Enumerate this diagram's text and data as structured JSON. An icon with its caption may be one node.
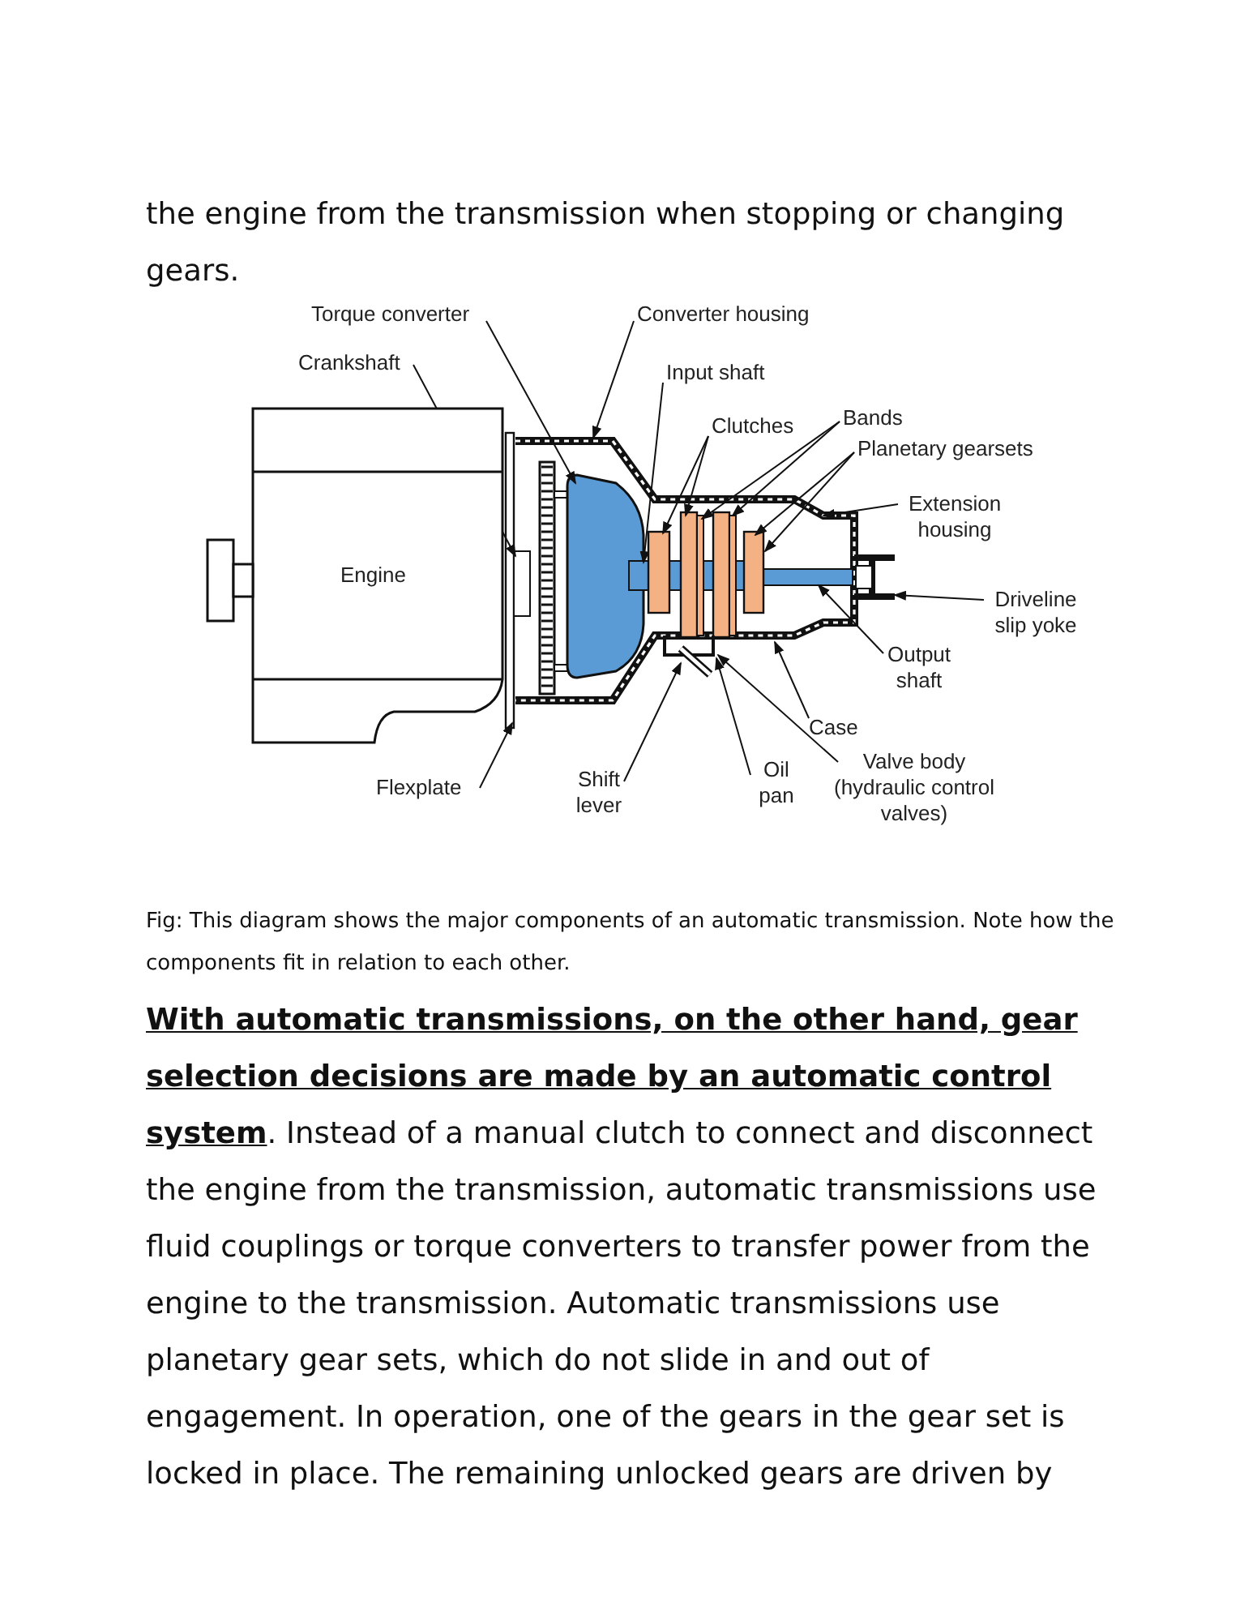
{
  "diagram": {
    "caption": "Fig: This diagram shows the major components of an automatic transmission. Note how the components fit in relation to each other.",
    "nodes": [
      {
        "text": [
          "Torque converter"
        ]
      },
      {
        "text": [
          "Converter housing"
        ]
      },
      {
        "text": [
          "Crankshaft"
        ]
      },
      {
        "text": [
          "Input shaft"
        ]
      },
      {
        "text": [
          "Clutches"
        ]
      },
      {
        "text": [
          "Bands"
        ]
      },
      {
        "text": [
          "Planetary gearsets"
        ]
      },
      {
        "text": [
          "Extension housing"
        ]
      },
      {
        "text": [
          "Engine"
        ]
      },
      {
        "text": [
          "Driveline slip yoke"
        ]
      },
      {
        "text": [
          "Output shaft"
        ]
      },
      {
        "text": [
          "Case"
        ]
      },
      {
        "text": [
          "Flexplate"
        ]
      },
      {
        "text": [
          "Shift lever"
        ]
      },
      {
        "text": [
          "Oil pan"
        ]
      },
      {
        "text": [
          "Valve body (hydraulic control valves)"
        ]
      },
      {
        "text": [],
        "shape": "picture"
      }
    ],
    "edges": [
      {
        "from": 0,
        "to": 16,
        "arrow": "to"
      },
      {
        "from": 1,
        "to": 16,
        "arrow": "to"
      },
      {
        "from": 2,
        "to": 16,
        "arrow": "to"
      },
      {
        "from": 3,
        "to": 16,
        "arrow": "to"
      },
      {
        "from": 4,
        "to": 16,
        "arrow": "to"
      },
      {
        "from": 4,
        "to": 16,
        "arrow": "to"
      },
      {
        "from": 5,
        "to": 16,
        "arrow": "to"
      },
      {
        "from": 5,
        "to": 16,
        "arrow": "to"
      },
      {
        "from": 6,
        "to": 16,
        "arrow": "to"
      },
      {
        "from": 6,
        "to": 16,
        "arrow": "to"
      },
      {
        "from": 7,
        "to": 16,
        "arrow": "to"
      },
      {
        "from": 9,
        "to": 16,
        "arrow": "to"
      },
      {
        "from": 10,
        "to": 16,
        "arrow": "to"
      },
      {
        "from": 11,
        "to": 16,
        "arrow": "to"
      },
      {
        "from": 12,
        "to": 16,
        "arrow": "to"
      },
      {
        "from": 13,
        "to": 16,
        "arrow": "to"
      },
      {
        "from": 14,
        "to": 16,
        "arrow": "to"
      },
      {
        "from": 15,
        "to": 16,
        "arrow": "to"
      }
    ],
    "labels": [
      "the engine from the transmission when stopping or changing gears.",
      "**With automatic transmissions, on the other hand, gear selection decisions are made by an automatic control system**. Instead of a manual clutch to connect and disconnect the engine from the transmission, automatic transmissions use fluid couplings or torque converters to transfer power from the engine to the transmission. Automatic transmissions use planetary gear sets, which do not slide in and out of engagement. In operation, one of the gears in the gear set is locked in place. The remaining unlocked gears are driven by"
    ]
  }
}
